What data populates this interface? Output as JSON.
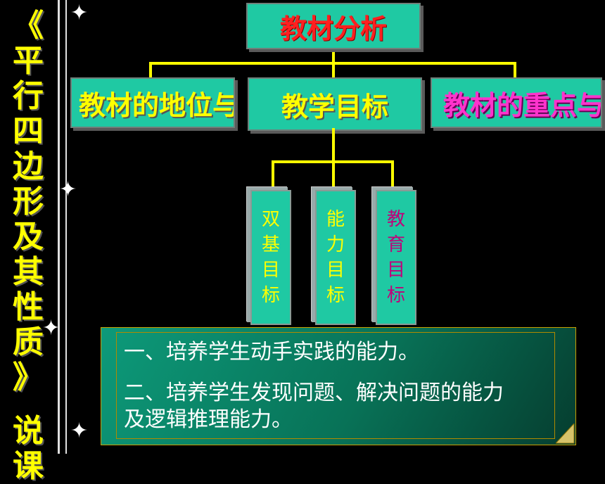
{
  "side_title": {
    "chars_main": [
      "《",
      "平",
      "行",
      "四",
      "边",
      "形",
      "及",
      "其",
      "性",
      "质",
      "》"
    ],
    "chars_tail": [
      "说",
      "课"
    ]
  },
  "diagram": {
    "root": "教材分析",
    "level1": [
      {
        "label": "教材的地位与作用",
        "color": "yellow"
      },
      {
        "label": "教学目标",
        "color": "yellow"
      },
      {
        "label": "教材的重点与难点",
        "color": "magenta"
      }
    ],
    "goals": [
      {
        "chars": [
          "双",
          "基",
          "目",
          "标"
        ],
        "color": "yellow"
      },
      {
        "chars": [
          "能",
          "力",
          "目",
          "标"
        ],
        "color": "yellow"
      },
      {
        "chars": [
          "教",
          "育",
          "目",
          "标"
        ],
        "color": "magenta"
      }
    ]
  },
  "content": {
    "line1": "一、培养学生动手实践的能力。",
    "line2": "二、培养学生发现问题、解决问题的能力",
    "line3": "及逻辑推理能力。"
  },
  "colors": {
    "box_fill": "#1fc9a3",
    "yellow_text": "#ffff00",
    "magenta_text": "#ff33cc",
    "root_text": "#ff2020",
    "connector": "#ffff00"
  }
}
